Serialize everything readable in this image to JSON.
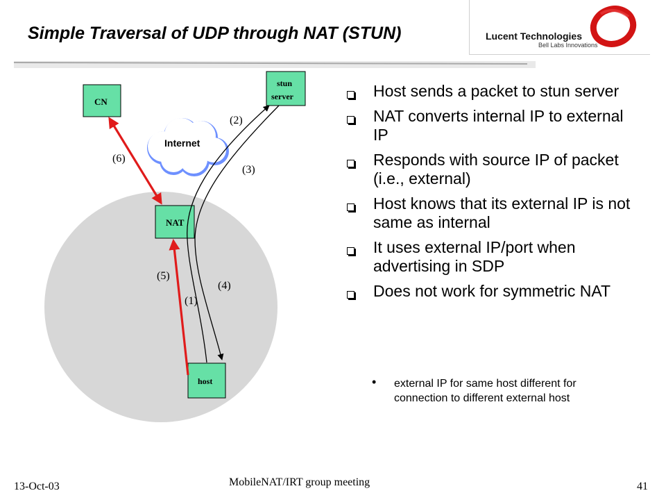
{
  "slide": {
    "title": "Simple Traversal of UDP through NAT (STUN)"
  },
  "logo": {
    "name": "Lucent Technologies",
    "tagline": "Bell Labs Innovations"
  },
  "diagram": {
    "nodes": {
      "cn": "CN",
      "stun_line1": "stun",
      "stun_line2": "server",
      "internet": "Internet",
      "nat": "NAT",
      "host": "host"
    },
    "steps": {
      "s1": "(1)",
      "s2": "(2)",
      "s3": "(3)",
      "s4": "(4)",
      "s5": "(5)",
      "s6": "(6)"
    },
    "colors": {
      "box_fill": "#66e0a6",
      "red_arrow": "#e01b1b",
      "private_network": "#d7d7d7"
    }
  },
  "bullets": [
    "Host sends a packet to stun server",
    "NAT converts internal IP to external IP",
    "Responds with source IP of packet (i.e., external)",
    "Host knows that its external IP is not same as internal",
    "It uses external IP/port when advertising in SDP",
    "Does not work for symmetric NAT"
  ],
  "sub_bullet": "external IP for same host different for connection to different external host",
  "footer": {
    "date": "13-Oct-03",
    "meeting": "MobileNAT/IRT group meeting",
    "page": "41"
  }
}
